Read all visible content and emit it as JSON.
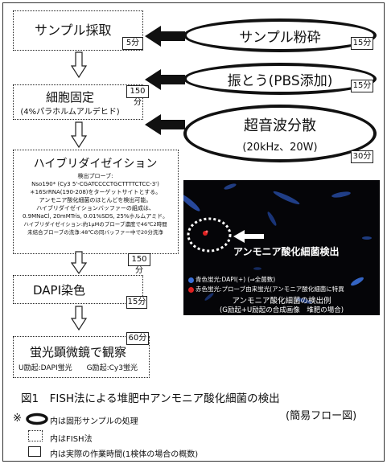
{
  "steps": {
    "sampling": {
      "title": "サンプル採取",
      "time": "5分"
    },
    "fixation": {
      "title": "細胞固定",
      "sub": "(4%パラホルムアルデヒド)",
      "time": "150分"
    },
    "hybrid": {
      "title": "ハイブリダイゼイション",
      "lines": [
        "検出プローブ:",
        "Nso190* (Cy3 5'-CGATCCCCTGCTTTTCTCC-3')",
        "＊16SrRNA(190-208)をターゲットサイトとする。",
        "アンモニア酸化細菌のほとんどを検出可能。",
        "ハイブリダイゼイションバッファーの組成は、",
        "0.9MNaCl, 20mMTris, 0.01%SDS, 25%ホルムアミド。",
        "ハイブリダイゼイション:約1μMのプローブ濃度で46℃2時間",
        "未結合プローブの洗浄:48℃の同バッファー中で20分洗浄"
      ],
      "time": "150分"
    },
    "dapi": {
      "title": "DAPI染色",
      "time": "15分"
    },
    "microscope": {
      "title": "蛍光顕微鏡で観察",
      "sub": "U励起:DAPI蛍光　　G励起:Cy3蛍光",
      "time": "60分"
    }
  },
  "solid_steps": {
    "grind": {
      "title": "サンプル粉砕",
      "time": "15分"
    },
    "shake": {
      "title": "振とう(PBS添加)",
      "time": "15分"
    },
    "ultrasonic": {
      "title": "超音波分散",
      "sub": "(20kHz、20W)",
      "time": "30分"
    }
  },
  "photo": {
    "annotation": "アンモニア酸化細菌検出",
    "legend_blue": "青色蛍光:DAPI(+) (⇒全菌数)",
    "legend_red": "赤色蛍光:プローブ由来蛍光(アンモニア酸化細菌に特異",
    "caption_1": "アンモニア酸化細菌の検出例",
    "caption_2": "(G励起+U励起の合成画像　堆肥の場合)",
    "colors": {
      "blue": "#3a6fd8",
      "red": "#e02020"
    }
  },
  "figure": {
    "title": "図1　FISH法による堆肥中アンモニア酸化細菌の検出",
    "subtitle": "(簡易フロー図)"
  },
  "legend": {
    "mark": "※",
    "oval": "内は固形サンプルの処理",
    "dotted": "内はFISH法",
    "solid": "内は実際の作業時間(1検体の場合の概数)"
  }
}
